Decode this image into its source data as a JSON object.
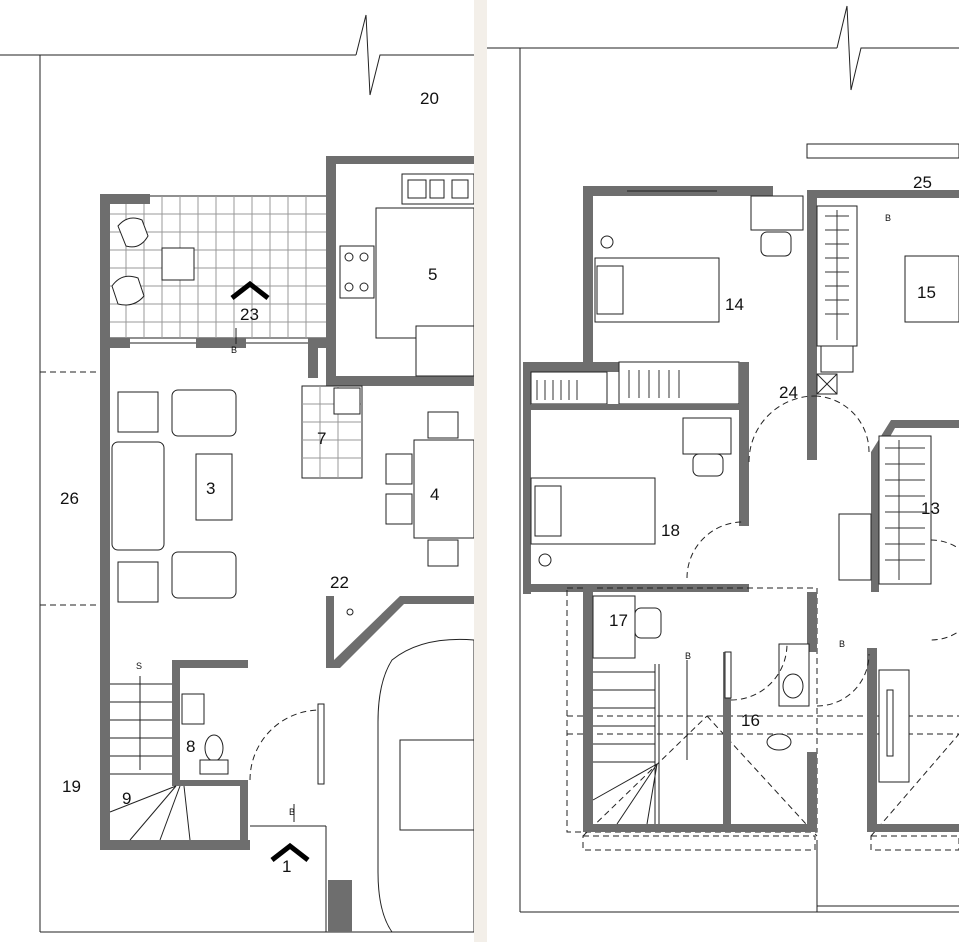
{
  "left_plan": {
    "rooms": [
      {
        "key": "r1",
        "label": "1"
      },
      {
        "key": "r3",
        "label": "3"
      },
      {
        "key": "r4",
        "label": "4"
      },
      {
        "key": "r5",
        "label": "5"
      },
      {
        "key": "r7",
        "label": "7"
      },
      {
        "key": "r8",
        "label": "8"
      },
      {
        "key": "r9",
        "label": "9"
      },
      {
        "key": "r19",
        "label": "19"
      },
      {
        "key": "r20",
        "label": "20"
      },
      {
        "key": "r22",
        "label": "22"
      },
      {
        "key": "r23",
        "label": "23"
      },
      {
        "key": "r26",
        "label": "26"
      }
    ],
    "marks": {
      "b1": "B",
      "b2": "B",
      "s1": "S"
    }
  },
  "right_plan": {
    "rooms": [
      {
        "key": "r13",
        "label": "13"
      },
      {
        "key": "r14",
        "label": "14"
      },
      {
        "key": "r15",
        "label": "15"
      },
      {
        "key": "r16",
        "label": "16"
      },
      {
        "key": "r17",
        "label": "17"
      },
      {
        "key": "r18",
        "label": "18"
      },
      {
        "key": "r24",
        "label": "24"
      },
      {
        "key": "r25",
        "label": "25"
      }
    ],
    "marks": {
      "b1": "B",
      "b2": "B",
      "b3": "B"
    }
  },
  "colors": {
    "wall": "#6e6e6e",
    "background": "#ffffff",
    "gap": "#f3efe9",
    "line": "#222222"
  }
}
